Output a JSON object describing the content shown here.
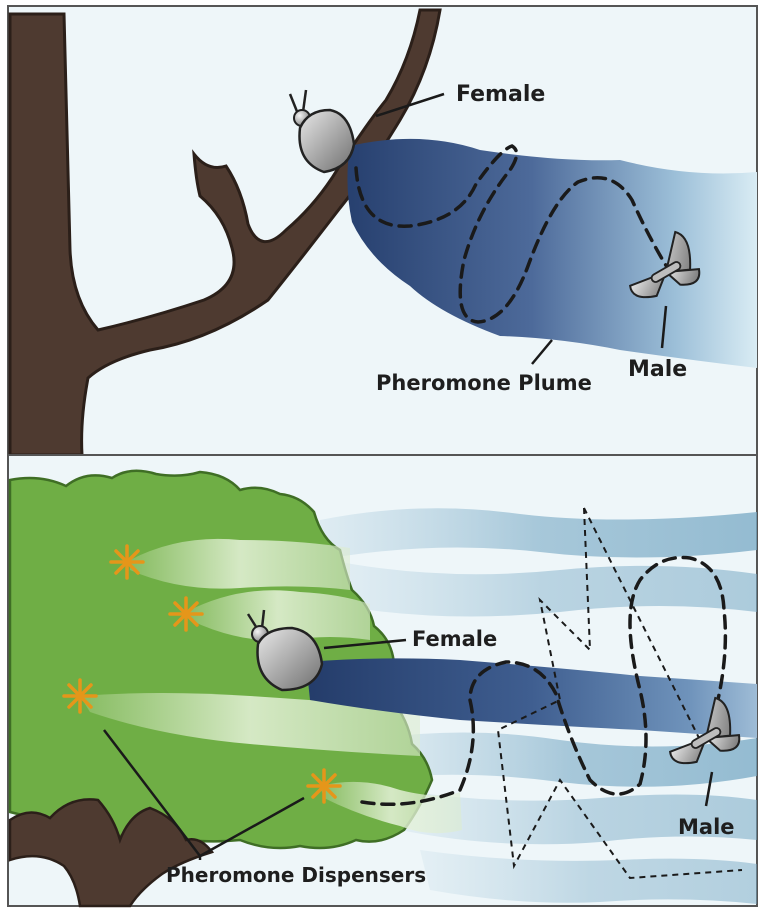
{
  "top_panel": {
    "female_label": "Female",
    "male_label": "Male",
    "plume_label": "Pheromone Plume"
  },
  "bottom_panel": {
    "female_label": "Female",
    "male_label": "Male",
    "dispensers_label": "Pheromone Dispensers"
  },
  "colors": {
    "sky": "#eef6f9",
    "tree_bark": "#4e3a30",
    "foliage": "#6fae45",
    "plume_dark": "#2e4778",
    "plume_light": "#b7d5e6",
    "dispenser": "#f0a020"
  },
  "icons": [
    "moth-female-icon",
    "moth-male-icon",
    "dispenser-star-icon"
  ]
}
